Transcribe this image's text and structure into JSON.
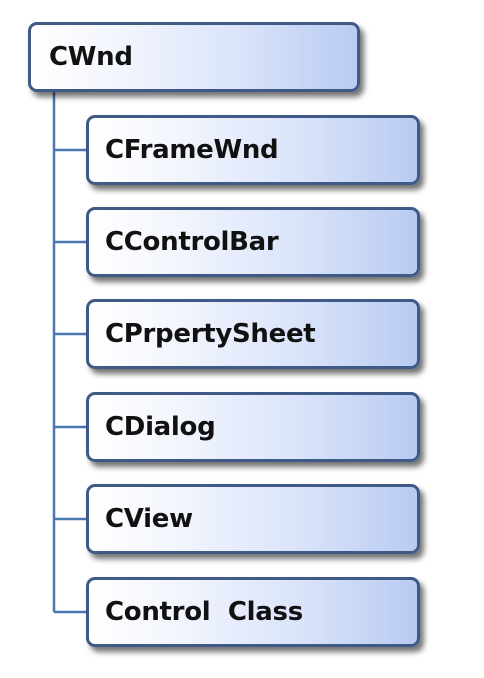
{
  "root": {
    "label": "CWnd"
  },
  "children": [
    {
      "label": "CFrameWnd"
    },
    {
      "label": "CControlBar"
    },
    {
      "label": "CPrpertySheet"
    },
    {
      "label": "CDialog"
    },
    {
      "label": "CView"
    },
    {
      "label": "Control  Class"
    }
  ],
  "colors": {
    "border": "#3f5a86",
    "connector": "#4a78b0",
    "gradient_start": "#ffffff",
    "gradient_end": "#b9cbf2"
  }
}
